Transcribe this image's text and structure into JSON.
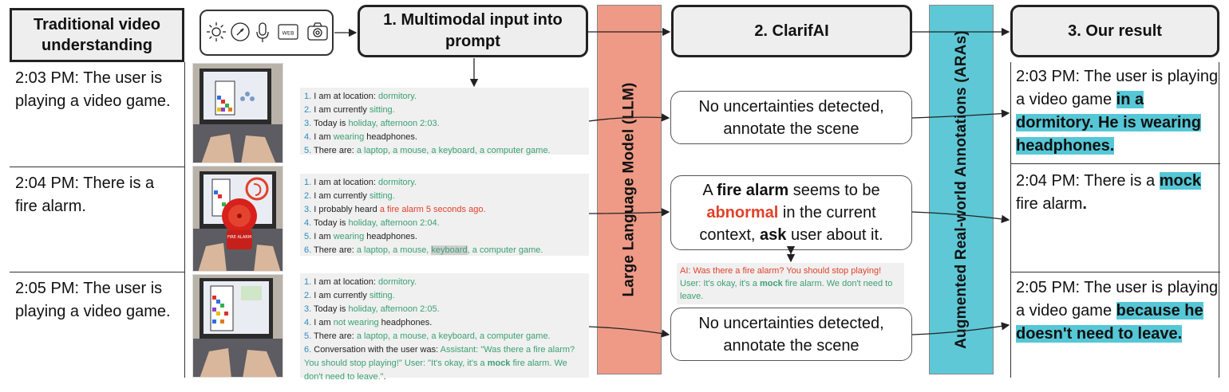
{
  "left_column": {
    "header": "Traditional video understanding",
    "rows": [
      {
        "text": "2:03 PM: The user is playing a video game."
      },
      {
        "text": "2:04 PM: There is a fire alarm."
      },
      {
        "text": "2:05 PM: The user is playing a video game."
      }
    ]
  },
  "icons": [
    "sun-icon",
    "compass-icon",
    "microphone-icon",
    "web-icon",
    "camera-icon"
  ],
  "icons_web_label": "WEB",
  "photo_labels": {
    "fire_alarm": "FIRE ALARM"
  },
  "boxes": {
    "input": "1. Multimodal input into prompt",
    "clarifai": "2. ClarifAI",
    "result": "3. Our result"
  },
  "bands": {
    "llm": "Large Language Model (LLM)",
    "aras": "Augmented Real-world Annotations (ARAs)",
    "llm_color": "#ee9a86",
    "aras_color": "#5ec8d6"
  },
  "prompts": [
    {
      "lines": [
        {
          "n": "1.",
          "pre": "I am at location: ",
          "g": "dormitory."
        },
        {
          "n": "2.",
          "pre": "I am currently ",
          "g": "sitting."
        },
        {
          "n": "3.",
          "pre": "Today is ",
          "g": "holiday, afternoon 2:03."
        },
        {
          "n": "4.",
          "pre": "I am ",
          "g": "wearing",
          "post": " headphones."
        },
        {
          "n": "5.",
          "pre": "There are: ",
          "g": "a laptop, a mouse, a keyboard, a computer game."
        }
      ]
    },
    {
      "lines": [
        {
          "n": "1.",
          "pre": "I am at location: ",
          "g": "dormitory."
        },
        {
          "n": "2.",
          "pre": "I am currently ",
          "g": "sitting."
        },
        {
          "n": "3.",
          "pre": "I probably heard ",
          "r": "a fire alarm 5 seconds ago."
        },
        {
          "n": "4.",
          "pre": "Today is ",
          "g": "holiday, afternoon 2:04."
        },
        {
          "n": "5.",
          "pre": "I am ",
          "g": "wearing",
          "post": " headphones."
        },
        {
          "n": "6.",
          "pre": "There are: ",
          "g": "a laptop, a mouse, ",
          "hl": "keyboard",
          "g2": ", a computer game."
        }
      ]
    },
    {
      "lines": [
        {
          "n": "1.",
          "pre": "I am at location: ",
          "g": "dormitory."
        },
        {
          "n": "2.",
          "pre": "I am currently ",
          "g": "sitting."
        },
        {
          "n": "3.",
          "pre": "Today is ",
          "g": "holiday, afternoon 2:05."
        },
        {
          "n": "4.",
          "pre": "I am ",
          "g": "not wearing",
          "post": " headphones."
        },
        {
          "n": "5.",
          "pre": "There are: ",
          "g": "a laptop, a mouse, a keyboard, a computer game."
        },
        {
          "n": "6.",
          "pre": "Conversation with the user was: ",
          "g": "Assistant: \"Was there a fire alarm? You should stop playing!\" User: \"It's okay, it's a ",
          "gb": "mock",
          "g2": " fire alarm. We don't need to leave.\"",
          "post": "."
        }
      ]
    }
  ],
  "decisions": {
    "d1": {
      "line1": "No uncertainties detected,",
      "line2": "annotate the scene"
    },
    "d2": {
      "a": "A ",
      "b": "fire alarm",
      "c": " seems to be",
      "d": "abnormal",
      "e": " in the current",
      "f": "context, ",
      "g": "ask",
      "h": " user about it."
    },
    "d3": {
      "line1": "No uncertainties detected,",
      "line2": "annotate the scene"
    }
  },
  "conversation": {
    "ai": "AI: Was there a fire alarm? You should stop playing!",
    "user_pre": "User: It's okay, it's a ",
    "user_bold": "mock",
    "user_post": " fire alarm. We don't need to leave."
  },
  "results": [
    {
      "plain": "2:03 PM: The user is playing a video game ",
      "hl": "in a dormitory. He is wearing headphones."
    },
    {
      "plain": "2:04 PM: There is a ",
      "hl": "mock",
      "plain2": " fire alarm",
      "bold": "."
    },
    {
      "plain": "2:05 PM: The user is playing a video game ",
      "hl": "because he doesn't need to leave."
    }
  ]
}
